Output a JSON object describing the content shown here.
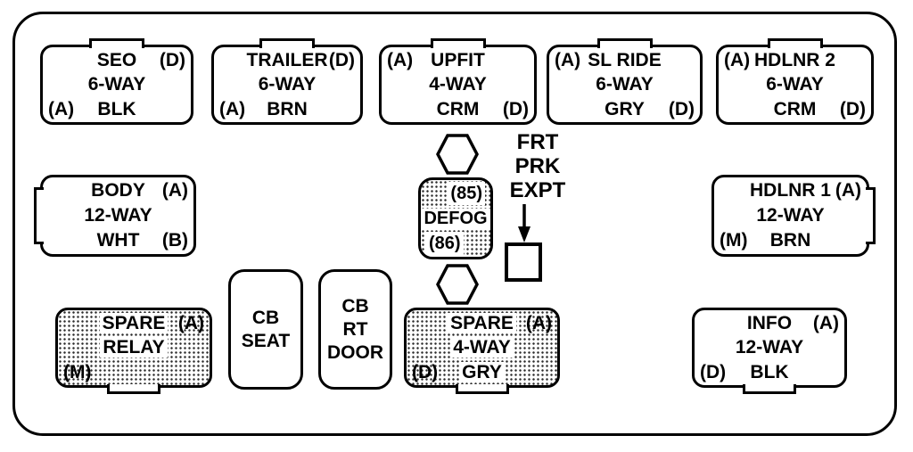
{
  "diagram_label": "center-instrument-panel-fuse-block-connector-diagram",
  "colors": {
    "line": "#000000",
    "background": "#ffffff",
    "stipple_dot": "#2a2a2a"
  },
  "boxes": {
    "seo": {
      "rows": [
        {
          "center": "SEO",
          "right": "(D)"
        },
        {
          "center": "6-WAY"
        },
        {
          "left": "(A)",
          "center": "BLK"
        }
      ]
    },
    "trailer": {
      "rows": [
        {
          "center": "TRAILER",
          "right": "(D)"
        },
        {
          "center": "6-WAY"
        },
        {
          "left": "(A)",
          "center": "BRN"
        }
      ]
    },
    "upfit": {
      "rows": [
        {
          "left": "(A)",
          "center": "UPFIT"
        },
        {
          "center": "4-WAY"
        },
        {
          "center": "CRM",
          "right": "(D)"
        }
      ]
    },
    "sl_ride": {
      "rows": [
        {
          "left": "(A)",
          "center": "SL RIDE"
        },
        {
          "center": "6-WAY"
        },
        {
          "center": "GRY",
          "right": "(D)"
        }
      ]
    },
    "hdlnr2": {
      "rows": [
        {
          "left": "(A)",
          "center": "HDLNR 2"
        },
        {
          "center": "6-WAY"
        },
        {
          "center": "CRM",
          "right": "(D)"
        }
      ]
    },
    "body": {
      "rows": [
        {
          "center": "BODY",
          "right": "(A)"
        },
        {
          "center": "12-WAY"
        },
        {
          "center": "WHT",
          "right": "(B)"
        }
      ]
    },
    "defog": {
      "rows": [
        {
          "right": "(85)"
        },
        {
          "center": "DEFOG"
        },
        {
          "left": "(86)"
        }
      ]
    },
    "hdlnr1": {
      "rows": [
        {
          "center": "HDLNR 1",
          "right": "(A)"
        },
        {
          "center": "12-WAY"
        },
        {
          "left": "(M)",
          "center": "BRN"
        }
      ]
    },
    "spare_relay": {
      "rows": [
        {
          "center": "SPARE",
          "right": "(A)"
        },
        {
          "center": "RELAY"
        },
        {
          "left": "(M)"
        }
      ]
    },
    "cb_seat": {
      "lines": [
        "CB",
        "SEAT"
      ]
    },
    "cb_rt_door": {
      "lines": [
        "CB",
        "RT",
        "DOOR"
      ]
    },
    "spare_4way": {
      "rows": [
        {
          "center": "SPARE",
          "right": "(A)"
        },
        {
          "center": "4-WAY"
        },
        {
          "left": "(D)",
          "center": "GRY"
        }
      ]
    },
    "info": {
      "rows": [
        {
          "center": "INFO",
          "right": "(A)"
        },
        {
          "center": "12-WAY"
        },
        {
          "left": "(D)",
          "center": "BLK"
        }
      ]
    }
  },
  "callout": {
    "lines": [
      "FRT",
      "PRK",
      "EXPT"
    ]
  }
}
